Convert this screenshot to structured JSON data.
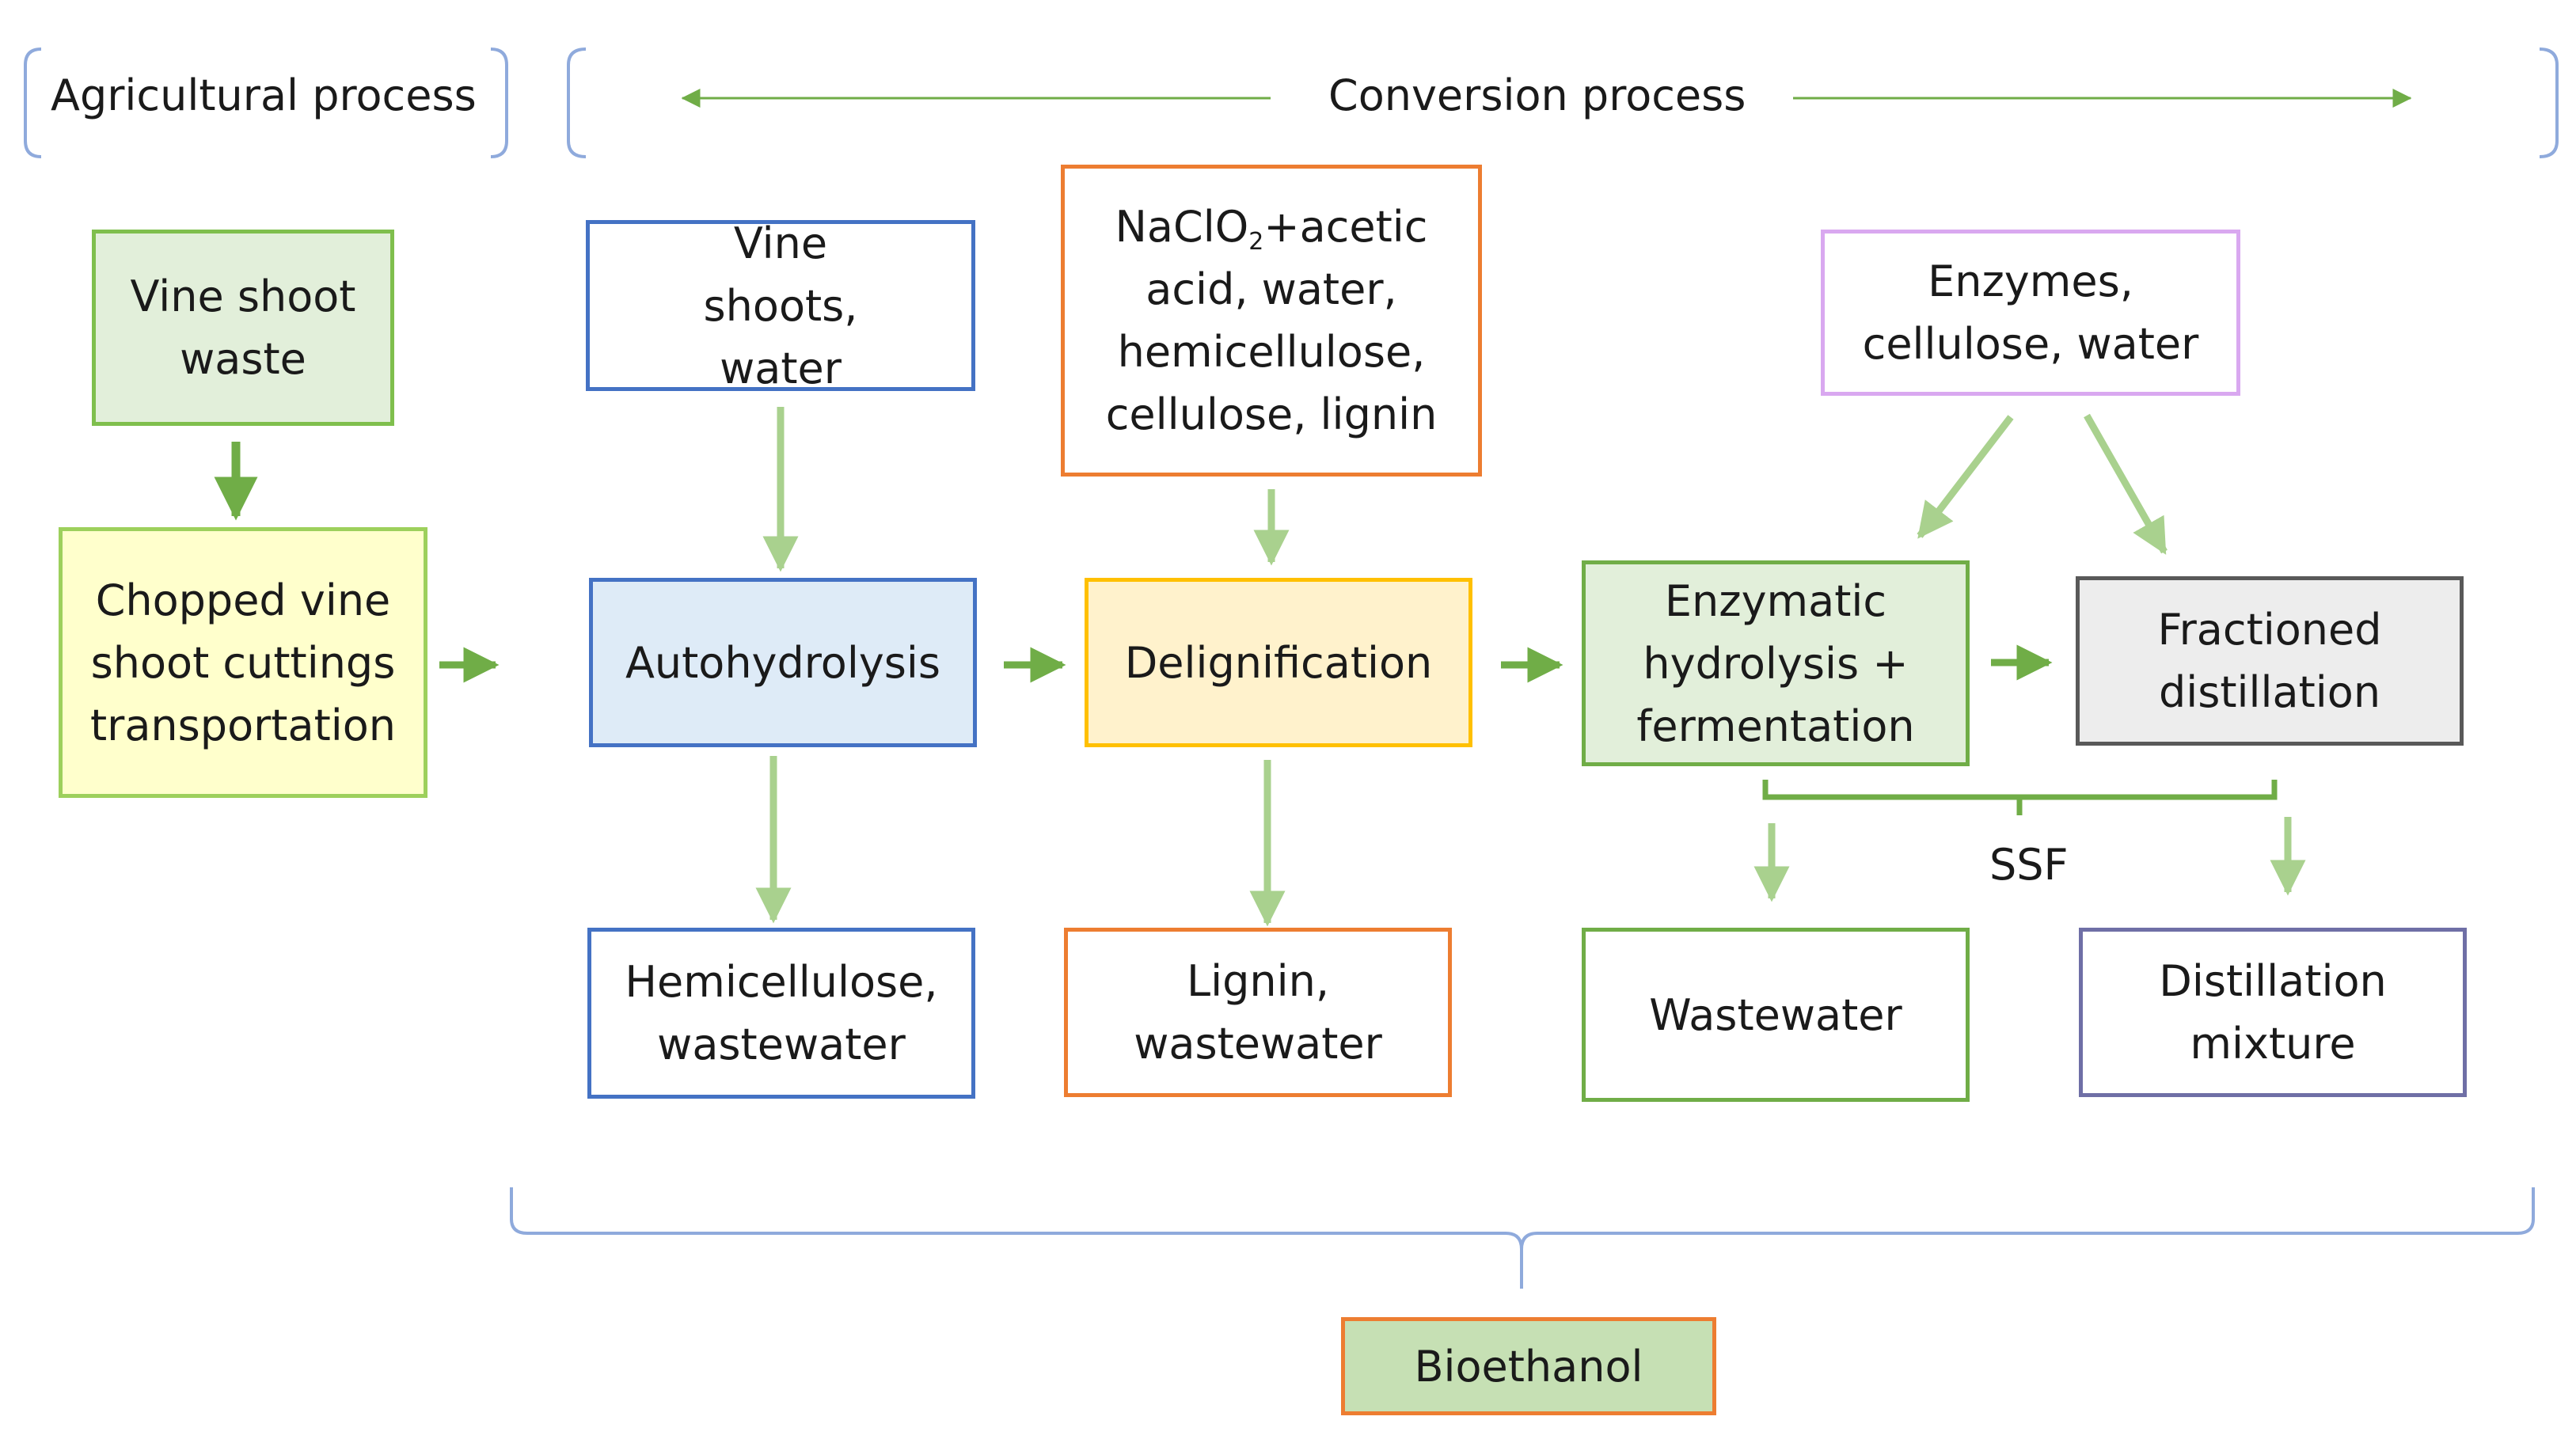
{
  "phases": {
    "agricultural": "Agricultural process",
    "conversion": "Conversion process"
  },
  "nodes": {
    "vine_shoot_waste": "Vine shoot waste",
    "chopped": "Chopped vine shoot cuttings transportation",
    "vine_shoots_water": "Vine shoots, water",
    "nacl_prefix": "NaClO",
    "nacl_sub": "2",
    "nacl_suffix": "+acetic acid, water, hemicellulose, cellulose, lignin",
    "enzymes_input": "Enzymes, cellulose, water",
    "autohydrolysis": "Autohydrolysis",
    "delignification": "Delignification",
    "enzymatic": "Enzymatic hydrolysis + fermentation",
    "fractioned": "Fractioned distillation",
    "hemicellulose_ww": "Hemicellulose, wastewater",
    "lignin_ww": "Lignin, wastewater",
    "wastewater": "Wastewater",
    "distillation_mixture": "Distillation mixture",
    "bioethanol": "Bioethanol"
  },
  "ssf_label": "SSF",
  "colors": {
    "green_border": "#7fbf4d",
    "green_fill": "#e2efda",
    "yellow_border": "#9dd05c",
    "yellow_fill": "#ffffcc",
    "blue_border": "#4472c4",
    "blue_fill": "#deebf7",
    "orange_border": "#ed7d31",
    "gold_border": "#ffc000",
    "gold_fill": "#fff2cc",
    "purple_border": "#d9a8f0",
    "gray_border": "#595959",
    "gray_fill": "#ededed",
    "navy_border": "#6f6fa6",
    "bio_fill": "#c6e0b4",
    "arrow_green": "#70ad47",
    "arrow_light": "#a9d18e",
    "bracket_blue": "#8faadc"
  }
}
